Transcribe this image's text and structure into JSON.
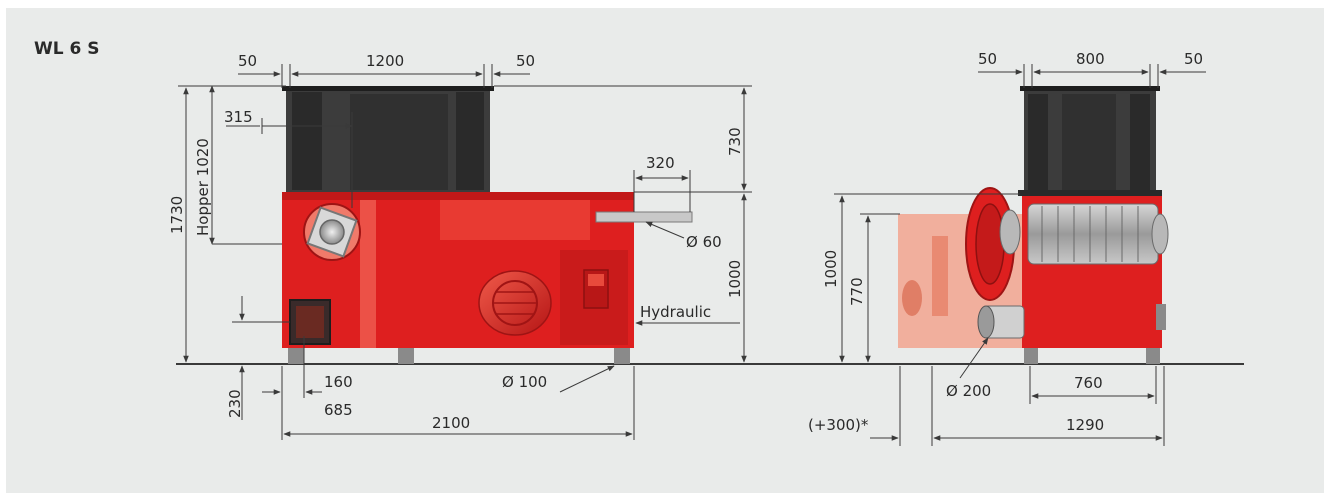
{
  "title": "WL 6 S",
  "colors": {
    "panel": "#e9ebea",
    "red": "#de1f1f",
    "red_dark": "#b51515",
    "red_light": "#ee5b4f",
    "hopper": "#3c3c3c",
    "hopper_dark": "#262626",
    "dim_line": "#3a3a3a",
    "ghost": "#f2a58f"
  },
  "side_view": {
    "dims": {
      "top_left_gap": "50",
      "hopper_width": "1200",
      "top_right_gap": "50",
      "offset_315": "315",
      "hopper_1020": "Hopper 1020",
      "total_height": "1730",
      "hopper_height": "730",
      "outlet_320": "320",
      "diameter_60": "Ø 60",
      "body_height": "1000",
      "hydraulic": "Hydraulic",
      "height_230": "230",
      "offset_160": "160",
      "offset_685": "685",
      "diameter_100": "Ø 100",
      "total_length": "2100"
    }
  },
  "front_view": {
    "dims": {
      "top_left_gap": "50",
      "hopper_width": "800",
      "top_right_gap": "50",
      "height_1000": "1000",
      "height_770": "770",
      "diameter_200": "Ø 200",
      "width_760": "760",
      "optional_300": "(+300)*",
      "width_1290": "1290"
    }
  }
}
